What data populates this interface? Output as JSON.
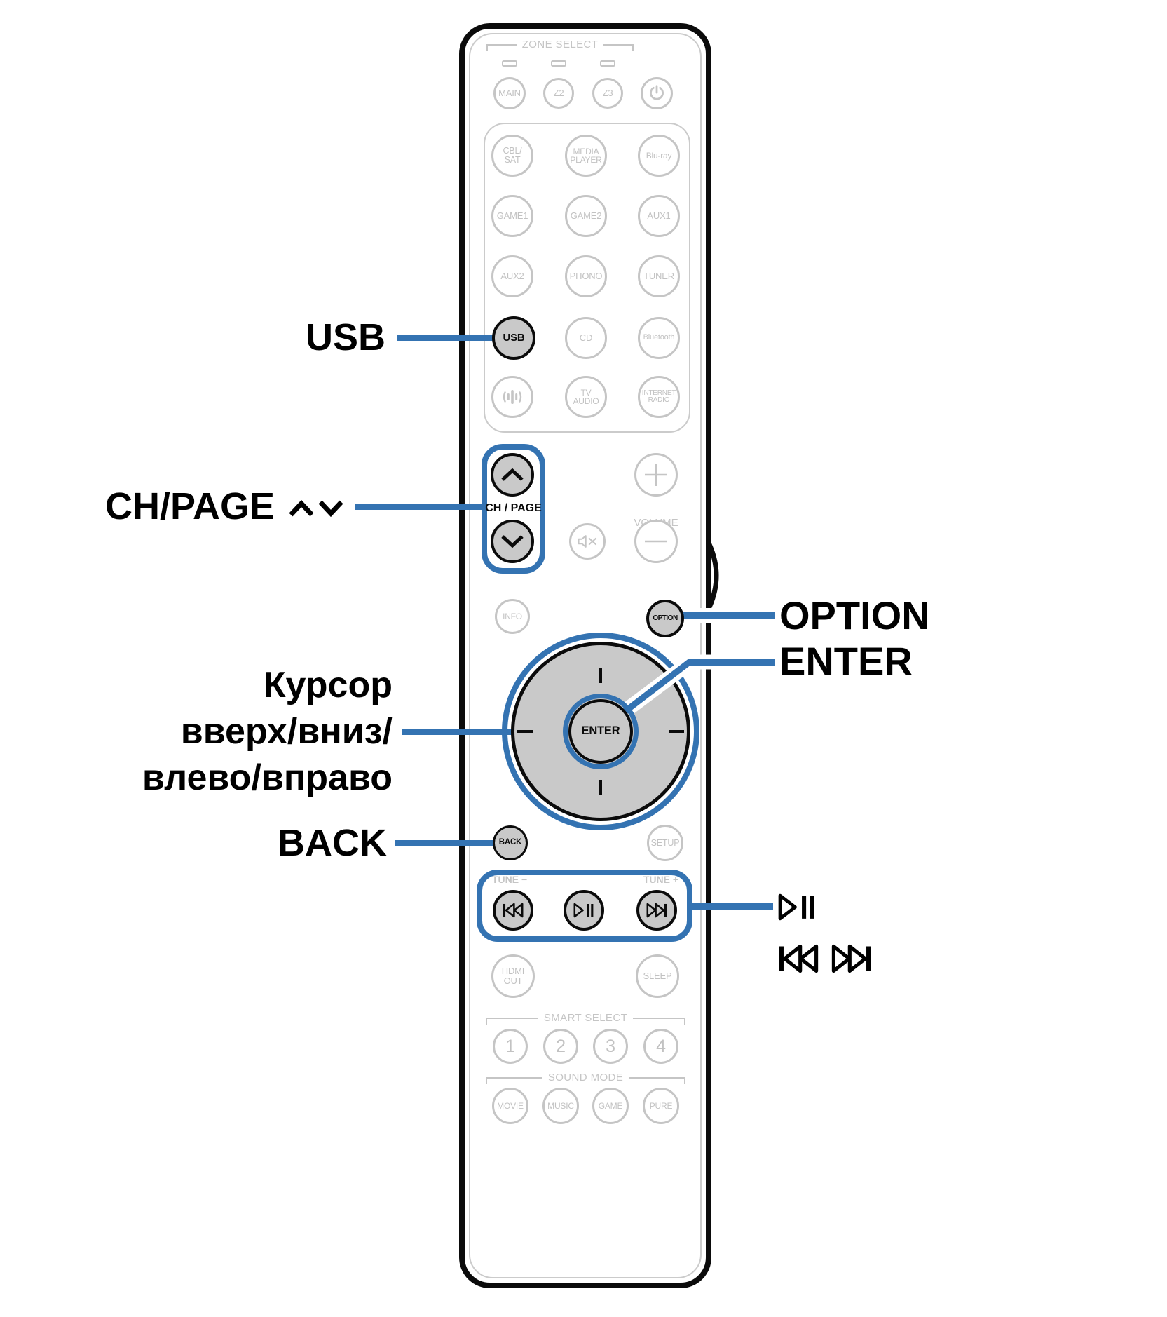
{
  "colors": {
    "accent_blue": "#3473b2",
    "highlight_fill": "#c9c9c9",
    "faded_gray": "#c5c5c5",
    "ink": "#0b0b0b"
  },
  "callouts": {
    "usb": "USB",
    "ch_page": "CH/PAGE",
    "cursor_line1": "Курсор",
    "cursor_line2": "вверх/вниз/",
    "cursor_line3": "влево/вправо",
    "back": "BACK",
    "option": "OPTION",
    "enter": "ENTER"
  },
  "icons": {
    "power": "power-icon",
    "zone_led": "led-indicator",
    "sound_wave": "sound-wave-icon",
    "mute": "mute-speaker-x-icon",
    "volume_plus": "plus-icon",
    "volume_minus": "minus-icon",
    "chevron_up": "chevron-up-icon",
    "chevron_down": "chevron-down-icon",
    "skip_back": "skip-back-icon",
    "play_pause": "play-pause-icon",
    "skip_forward": "skip-forward-icon"
  },
  "remote": {
    "zone_select_label": "ZONE SELECT",
    "zone_buttons": [
      "MAIN",
      "Z2",
      "Z3"
    ],
    "sources": [
      {
        "label": "CBL/\nSAT"
      },
      {
        "label": "MEDIA\nPLAYER"
      },
      {
        "label": "Blu-ray"
      },
      {
        "label": "GAME1"
      },
      {
        "label": "GAME2"
      },
      {
        "label": "AUX1"
      },
      {
        "label": "AUX2"
      },
      {
        "label": "PHONO"
      },
      {
        "label": "TUNER"
      },
      {
        "label": "USB"
      },
      {
        "label": "CD"
      },
      {
        "label": "Bluetooth"
      },
      {
        "label": ""
      },
      {
        "label": "TV\nAUDIO"
      },
      {
        "label": "INTERNET\nRADIO"
      }
    ],
    "ch_page_label": "CH / PAGE",
    "volume_label": "VOLUME",
    "info_label": "INFO",
    "option_label": "OPTION",
    "enter_label": "ENTER",
    "back_label": "BACK",
    "setup_label": "SETUP",
    "tune_minus_label": "TUNE −",
    "tune_plus_label": "TUNE +",
    "hdmi_label": "HDMI\nOUT",
    "sleep_label": "SLEEP",
    "smart_select_label": "SMART SELECT",
    "smart_buttons": [
      "1",
      "2",
      "3",
      "4"
    ],
    "sound_mode_label": "SOUND MODE",
    "sound_buttons": [
      "MOVIE",
      "MUSIC",
      "GAME",
      "PURE"
    ]
  }
}
